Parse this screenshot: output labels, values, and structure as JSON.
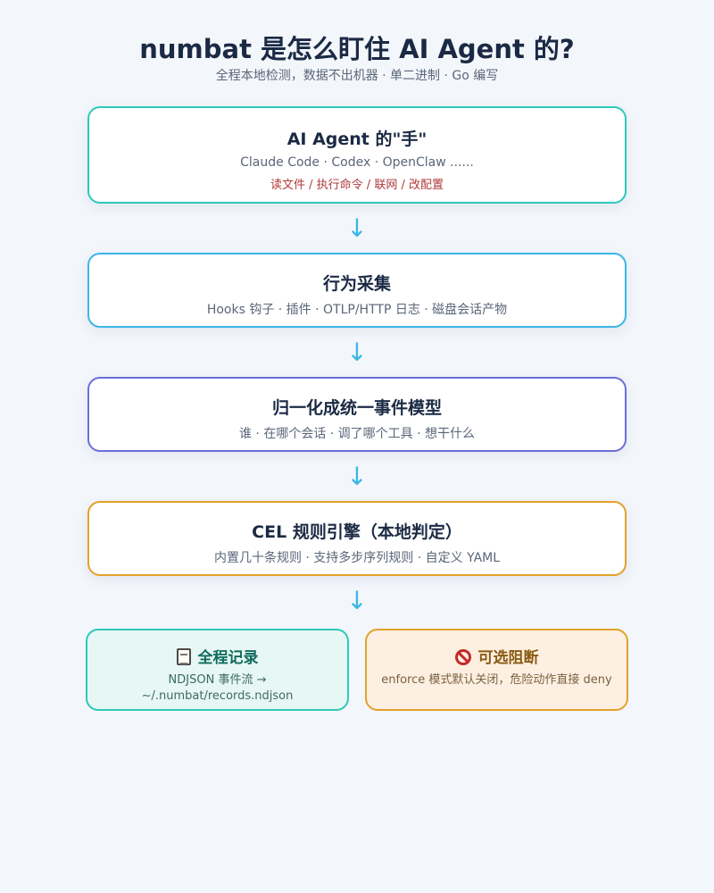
{
  "header": {
    "title": "numbat 是怎么盯住 AI Agent 的?",
    "subtitle": "全程本地检测，数据不出机器 · 单二进制 · Go 编写"
  },
  "cards": {
    "hand": {
      "heading": "AI Agent 的\"手\"",
      "desc": "Claude Code · Codex · OpenClaw ......",
      "actions": "读文件 / 执行命令 / 联网 / 改配置"
    },
    "collect": {
      "heading": "行为采集",
      "desc": "Hooks 钩子 · 插件 · OTLP/HTTP 日志 · 磁盘会话产物"
    },
    "normalize": {
      "heading": "归一化成统一事件模型",
      "desc": "谁 · 在哪个会话 · 调了哪个工具 · 想干什么"
    },
    "rules": {
      "heading": "CEL 规则引擎（本地判定）",
      "desc": "内置几十条规则 · 支持多步序列规则 · 自定义 YAML"
    }
  },
  "arrows": {
    "glyph": "↓"
  },
  "outputs": {
    "record": {
      "icon": "memo-icon",
      "heading": "全程记录",
      "desc": "NDJSON 事件流 → ~/.numbat/records.ndjson"
    },
    "block": {
      "icon": "no-entry-icon",
      "heading": "可选阻断",
      "desc": "enforce 模式默认关闭，危险动作直接 deny"
    }
  },
  "colors": {
    "teal": "#2ec9b9",
    "sky": "#3bb6e6",
    "indigo": "#6a6fd8",
    "amber": "#e3a22a",
    "background": "#f3f6fb"
  }
}
